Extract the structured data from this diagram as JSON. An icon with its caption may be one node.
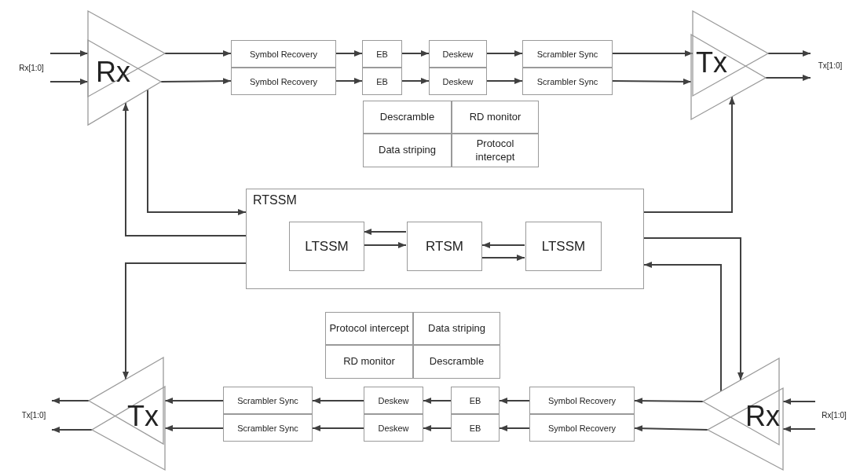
{
  "diagram": {
    "nodes": [
      {
        "text": [
          "Rx"
        ]
      },
      {
        "text": [
          "Symbol Recovery"
        ]
      },
      {
        "text": [
          "EB"
        ]
      },
      {
        "text": [
          "Deskew"
        ]
      },
      {
        "text": [
          "Scrambler Sync"
        ]
      },
      {
        "text": [
          "Symbol Recovery"
        ]
      },
      {
        "text": [
          "EB"
        ]
      },
      {
        "text": [
          "Deskew"
        ]
      },
      {
        "text": [
          "Scrambler Sync"
        ]
      },
      {
        "text": [
          "Tx"
        ]
      },
      {
        "text": [
          "RTSSM"
        ]
      },
      {
        "text": [
          "LTSSM"
        ],
        "in": 10
      },
      {
        "text": [
          "RTSM"
        ],
        "in": 10
      },
      {
        "text": [
          "LTSSM"
        ],
        "in": 10
      },
      {
        "text": [
          "Tx"
        ]
      },
      {
        "text": [
          "Scrambler Sync"
        ]
      },
      {
        "text": [
          "Deskew"
        ]
      },
      {
        "text": [
          "EB"
        ]
      },
      {
        "text": [
          "Symbol Recovery"
        ]
      },
      {
        "text": [
          "Scrambler Sync"
        ]
      },
      {
        "text": [
          "Deskew"
        ]
      },
      {
        "text": [
          "EB"
        ]
      },
      {
        "text": [
          "Symbol Recovery"
        ]
      },
      {
        "text": [
          "Rx"
        ]
      },
      {
        "text": [
          "Rx[1:0]"
        ]
      },
      {
        "text": [
          "Tx[1:0]"
        ]
      },
      {
        "text": [
          "Tx[1:0]"
        ]
      },
      {
        "text": [
          "Rx[1:0]"
        ]
      }
    ],
    "edges": [
      {
        "from": 24,
        "to": 0,
        "arrow": "to"
      },
      {
        "from": 24,
        "to": 0,
        "arrow": "to"
      },
      {
        "from": 0,
        "to": 1,
        "arrow": "to"
      },
      {
        "from": 0,
        "to": 5,
        "arrow": "to"
      },
      {
        "from": 1,
        "to": 2,
        "arrow": "to"
      },
      {
        "from": 2,
        "to": 3,
        "arrow": "to"
      },
      {
        "from": 3,
        "to": 4,
        "arrow": "to"
      },
      {
        "from": 5,
        "to": 6,
        "arrow": "to"
      },
      {
        "from": 6,
        "to": 7,
        "arrow": "to"
      },
      {
        "from": 7,
        "to": 8,
        "arrow": "to"
      },
      {
        "from": 4,
        "to": 9,
        "arrow": "to"
      },
      {
        "from": 8,
        "to": 9,
        "arrow": "to"
      },
      {
        "from": 9,
        "to": 25,
        "arrow": "to"
      },
      {
        "from": 9,
        "to": 25,
        "arrow": "to"
      },
      {
        "from": 0,
        "to": 10,
        "arrow": "to"
      },
      {
        "from": 10,
        "to": 0,
        "arrow": "to"
      },
      {
        "from": 10,
        "to": 9,
        "arrow": "to"
      },
      {
        "from": 10,
        "to": 14,
        "arrow": "to"
      },
      {
        "from": 10,
        "to": 23,
        "arrow": "to"
      },
      {
        "from": 23,
        "to": 10,
        "arrow": "to"
      },
      {
        "from": 12,
        "to": 11,
        "arrow": "to"
      },
      {
        "from": 11,
        "to": 12,
        "arrow": "to"
      },
      {
        "from": 13,
        "to": 12,
        "arrow": "to"
      },
      {
        "from": 12,
        "to": 13,
        "arrow": "to"
      },
      {
        "from": 27,
        "to": 23,
        "arrow": "to"
      },
      {
        "from": 27,
        "to": 23,
        "arrow": "to"
      },
      {
        "from": 23,
        "to": 18,
        "arrow": "to"
      },
      {
        "from": 23,
        "to": 22,
        "arrow": "to"
      },
      {
        "from": 18,
        "to": 17,
        "arrow": "to"
      },
      {
        "from": 17,
        "to": 16,
        "arrow": "to"
      },
      {
        "from": 16,
        "to": 15,
        "arrow": "to"
      },
      {
        "from": 22,
        "to": 21,
        "arrow": "to"
      },
      {
        "from": 21,
        "to": 20,
        "arrow": "to"
      },
      {
        "from": 20,
        "to": 19,
        "arrow": "to"
      },
      {
        "from": 15,
        "to": 14,
        "arrow": "to"
      },
      {
        "from": 19,
        "to": 14,
        "arrow": "to"
      },
      {
        "from": 14,
        "to": 26,
        "arrow": "to"
      },
      {
        "from": 14,
        "to": 26,
        "arrow": "to"
      }
    ],
    "labels": [
      "Descramble",
      "RD monitor",
      "Data striping",
      "Protocol intercept",
      "Protocol intercept",
      "Data striping",
      "RD monitor",
      "Descramble"
    ]
  }
}
